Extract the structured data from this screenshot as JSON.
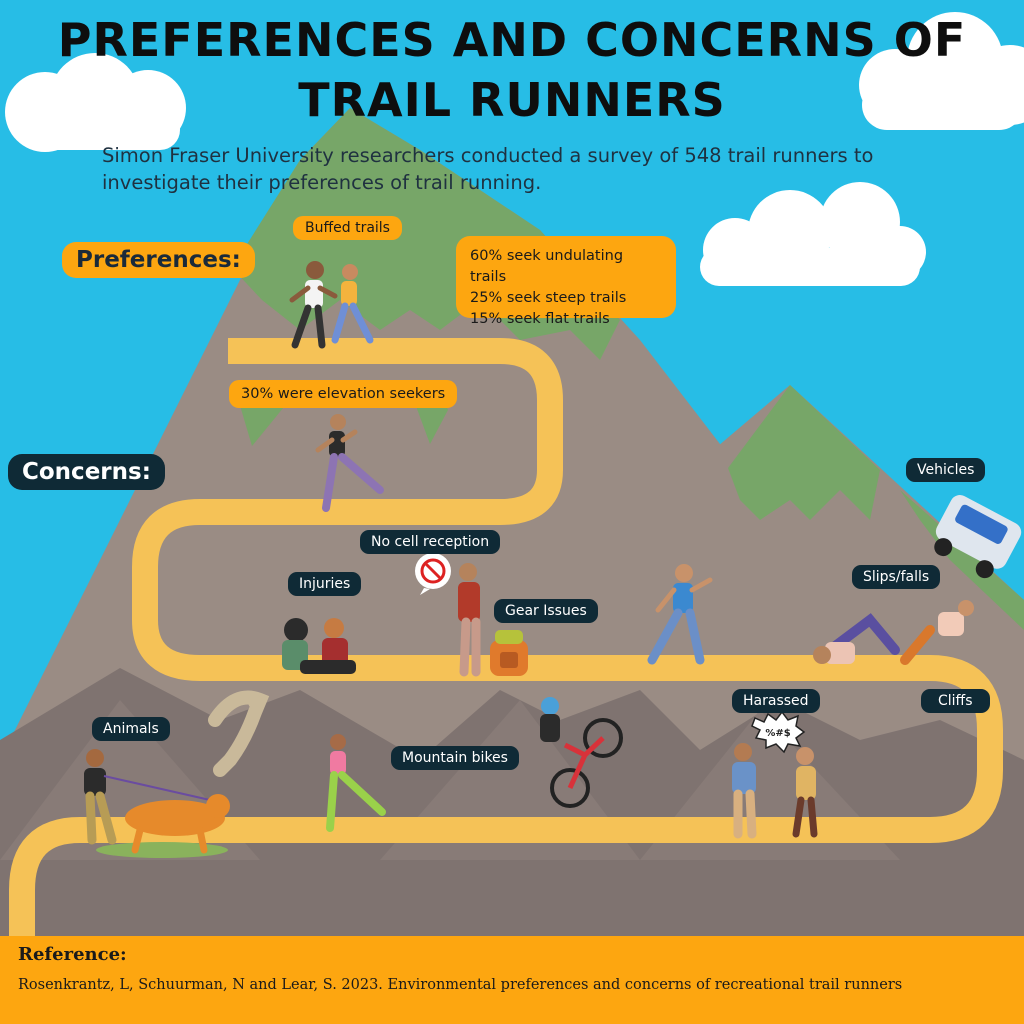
{
  "title": {
    "line1": "PREFERENCES AND CONCERNS OF",
    "line2": "TRAIL RUNNERS"
  },
  "intro": "Simon Fraser University researchers conducted a survey of 548 trail runners to investigate their preferences of trail running.",
  "sections": {
    "preferences": "Preferences:",
    "concerns": "Concerns:"
  },
  "preferences": {
    "buffed": "Buffed trails",
    "stats": [
      "60% seek undulating trails",
      "25% seek steep trails",
      "15% seek flat trails"
    ],
    "elevation": "30% were elevation seekers"
  },
  "concerns": {
    "vehicles": "Vehicles",
    "no_cell": "No cell reception",
    "injuries": "Injuries",
    "gear": "Gear Issues",
    "slips": "Slips/falls",
    "harassed": "Harassed",
    "cliffs": "Cliffs",
    "animals": "Animals",
    "bikes": "Mountain bikes"
  },
  "speech_bubble": "%#$",
  "reference": {
    "title": "Reference:",
    "text": "Rosenkrantz, L, Schuurman, N and Lear, S. 2023. Environmental preferences and concerns of recreational trail runners"
  },
  "colors": {
    "sky": "#27bde6",
    "mountain": "#9a8c84",
    "mountain_dark": "#7f7370",
    "snowcap_green": "#77a668",
    "trail": "#f5c257",
    "accent_orange": "#fda610",
    "label_dark": "#0f2a36"
  }
}
